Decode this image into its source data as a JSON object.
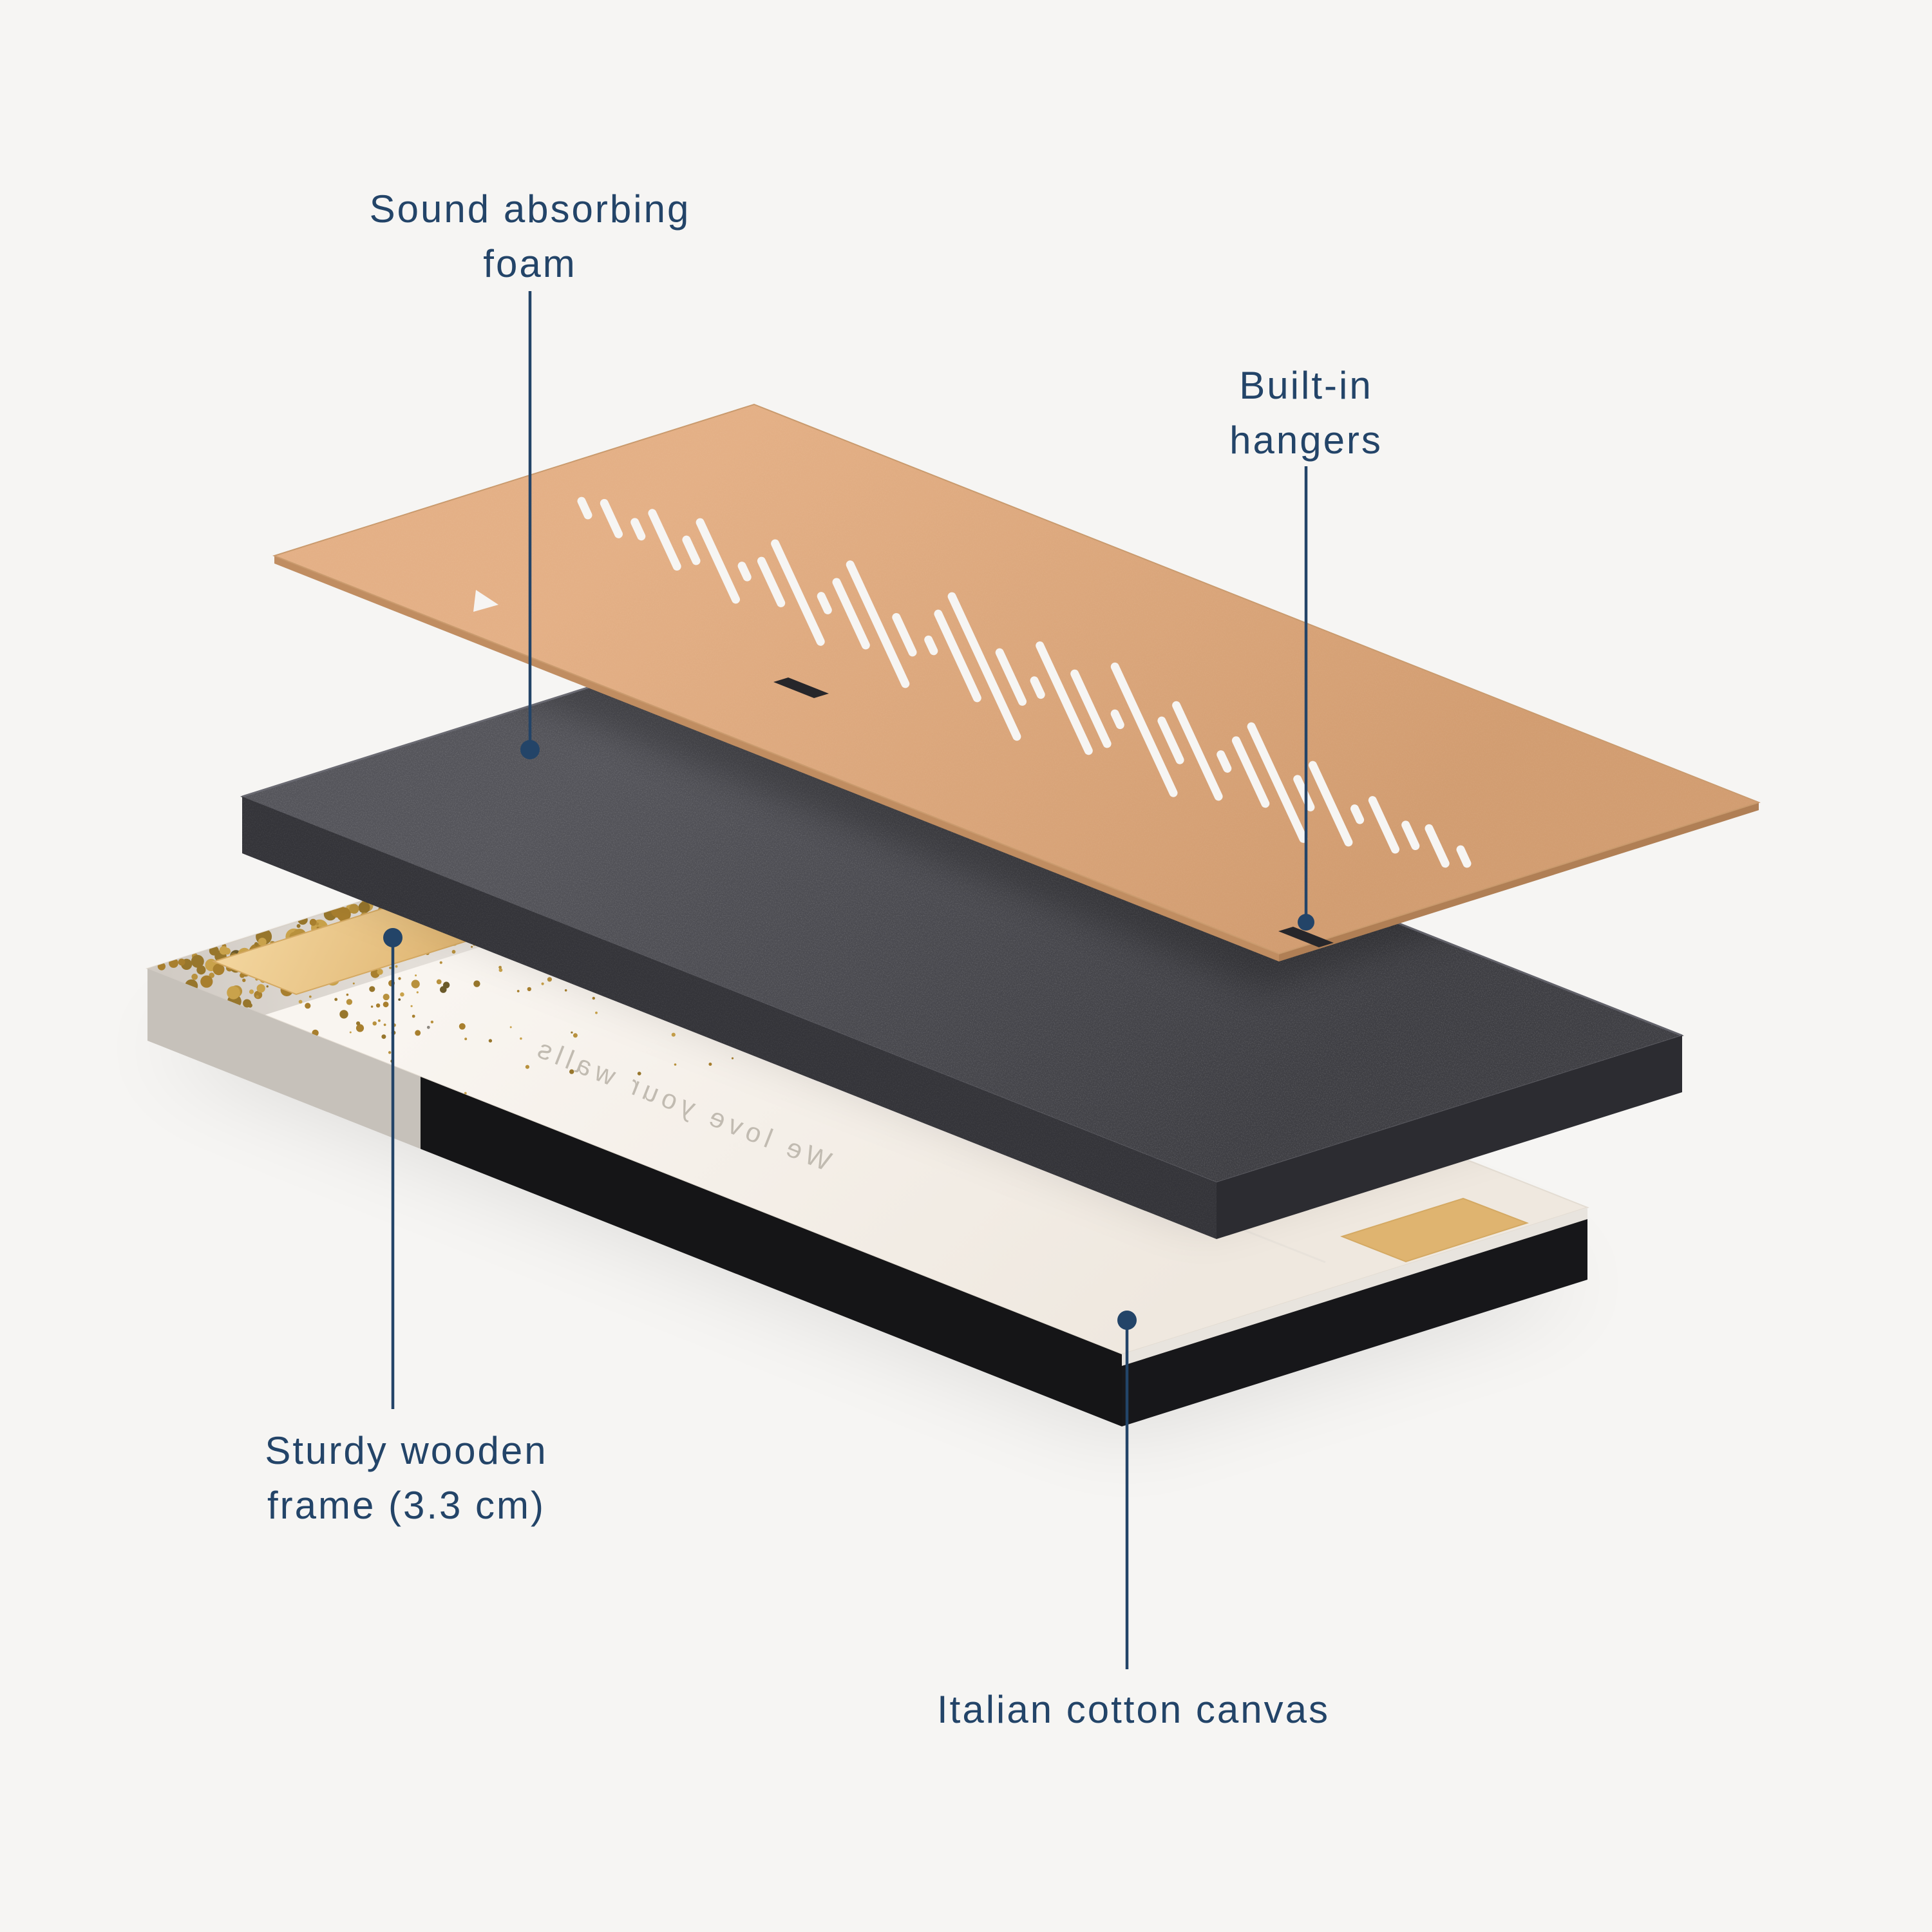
{
  "page": {
    "background": "#f6f5f3"
  },
  "labels": {
    "foam": {
      "line1": "Sound absorbing",
      "line2": "foam"
    },
    "hangers": {
      "line1": "Built-in",
      "line2": "hangers"
    },
    "frame": {
      "line1": "Sturdy wooden",
      "line2": "frame (3.3 cm)"
    },
    "canvas": {
      "line1": "Italian cotton canvas"
    }
  },
  "canvas_print": {
    "back_text": "We love your walls"
  },
  "colors": {
    "label": "#234468",
    "leader_line": "#234468",
    "board": "#dca87c",
    "board_edge": "#b9835a",
    "foam": "#47474c",
    "canvas_face": "#f7f3ed",
    "frame_side": "#151517",
    "gold_speckle": "#b8913d",
    "wood": "#e9c488",
    "hanger_slot": "#26262a",
    "background": "#f6f5f3"
  },
  "soundwave": [
    0.1,
    0.22,
    0.1,
    0.38,
    0.15,
    0.55,
    0.08,
    0.3,
    0.7,
    0.1,
    0.45,
    0.85,
    0.25,
    0.08,
    0.6,
    1.0,
    0.35,
    0.1,
    0.75,
    0.5,
    0.08,
    0.9,
    0.28,
    0.65,
    0.1,
    0.45,
    0.8,
    0.2,
    0.55,
    0.08,
    0.35,
    0.15,
    0.25,
    0.1
  ]
}
